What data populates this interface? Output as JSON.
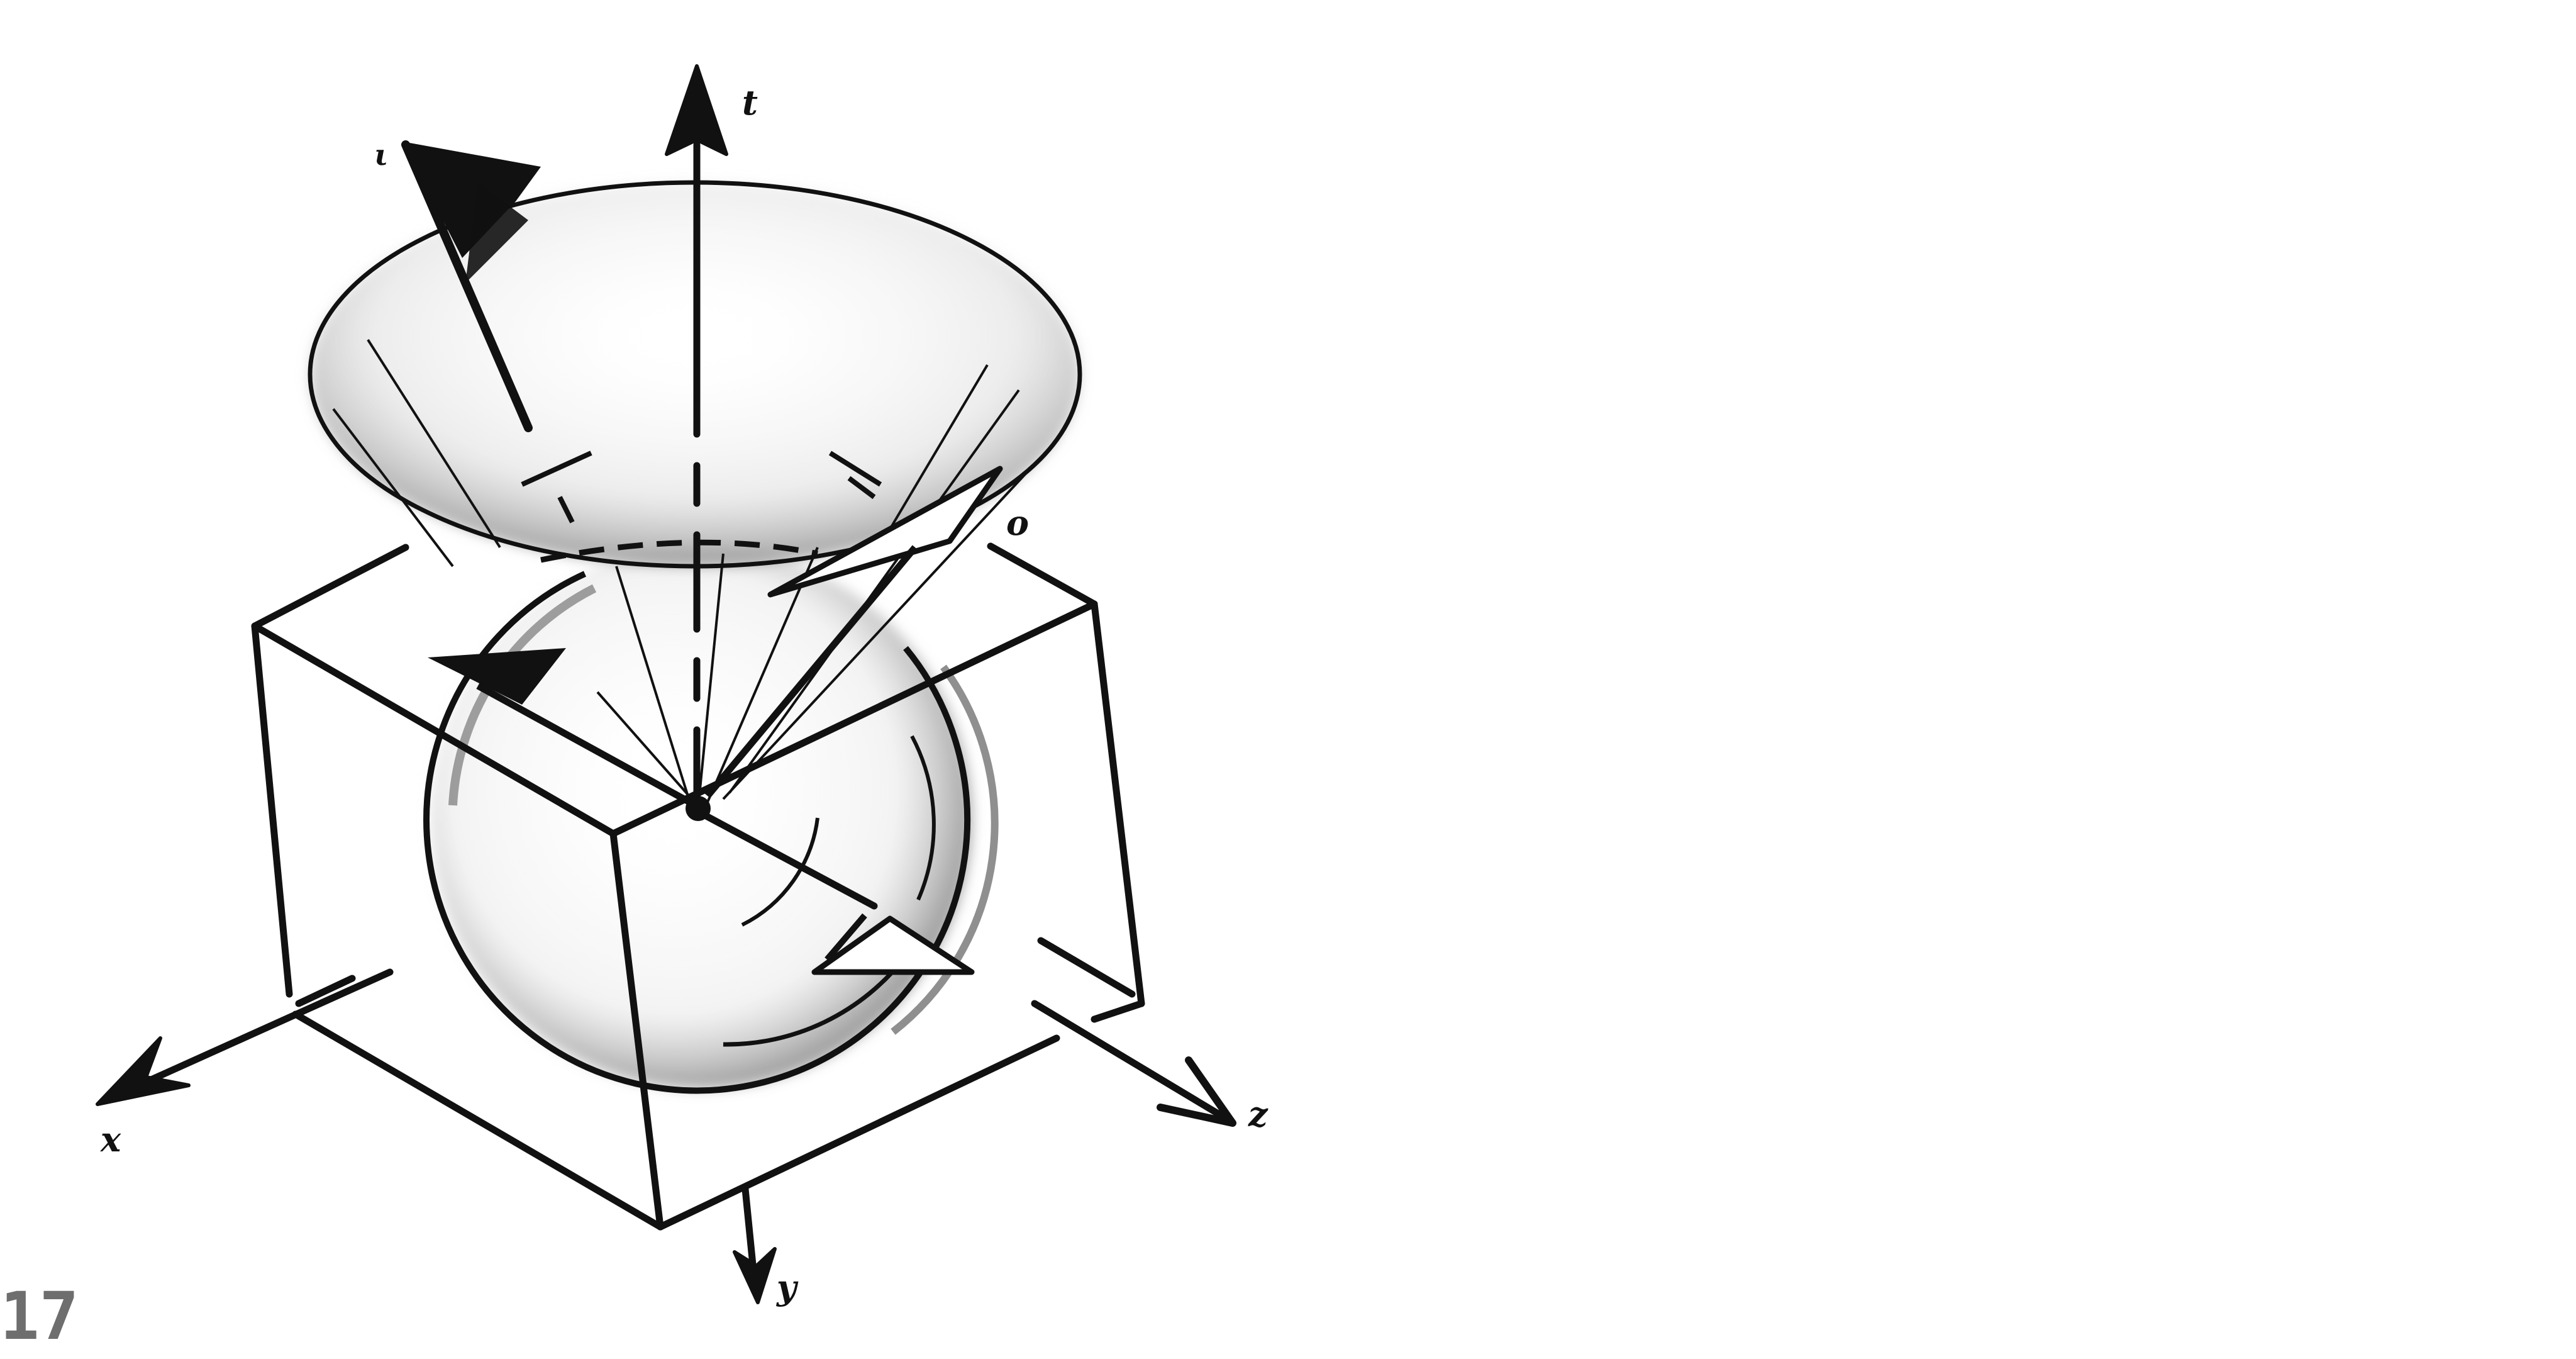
{
  "axes": {
    "t": "t",
    "x": "x",
    "y": "y",
    "z": "z"
  },
  "origin_label": "o",
  "flag_label": "ι",
  "page_number": "17",
  "colors": {
    "ink": "#111111",
    "shade": "#9a9a9a",
    "page_number": "#6e6e6e",
    "background": "#ffffff"
  }
}
